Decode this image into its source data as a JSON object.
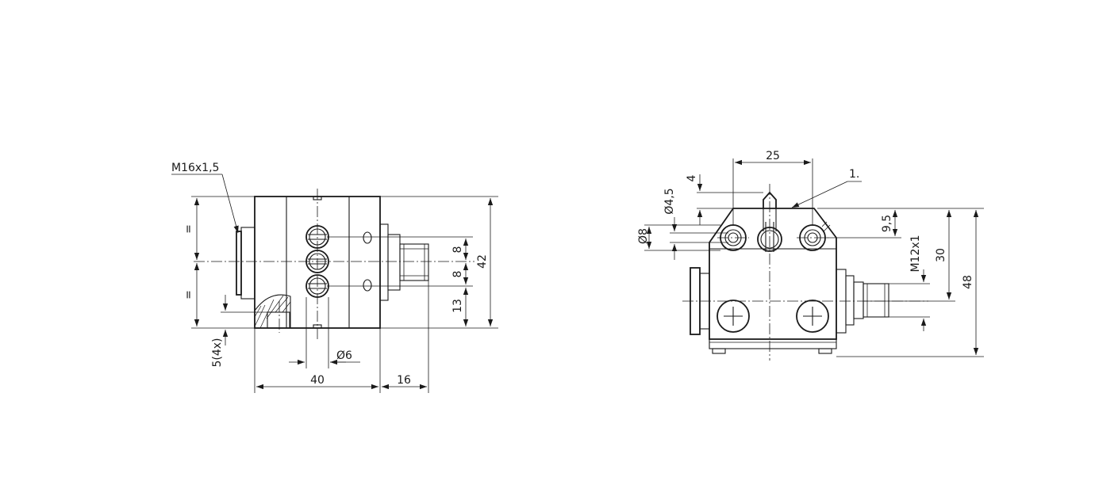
{
  "front_view": {
    "thread_callout": "M16x1,5",
    "equal_mark_top": "=",
    "equal_mark_bottom": "=",
    "hole_spacing_1": "8",
    "hole_spacing_2": "8",
    "bottom_offset": "13",
    "height": "42",
    "slot_depth": "5(4x)",
    "hole_diameter": "Ø6",
    "body_width": "40",
    "connector_length": "16"
  },
  "side_view": {
    "top_width": "25",
    "plunger_offset": "4",
    "mount_hole_diameter": "Ø4,5",
    "counterbore_diameter": "Ø8",
    "item_marker": "1.",
    "plunger_height": "9,5",
    "connector_thread": "M12x1",
    "connector_height": "30",
    "total_height": "48"
  }
}
